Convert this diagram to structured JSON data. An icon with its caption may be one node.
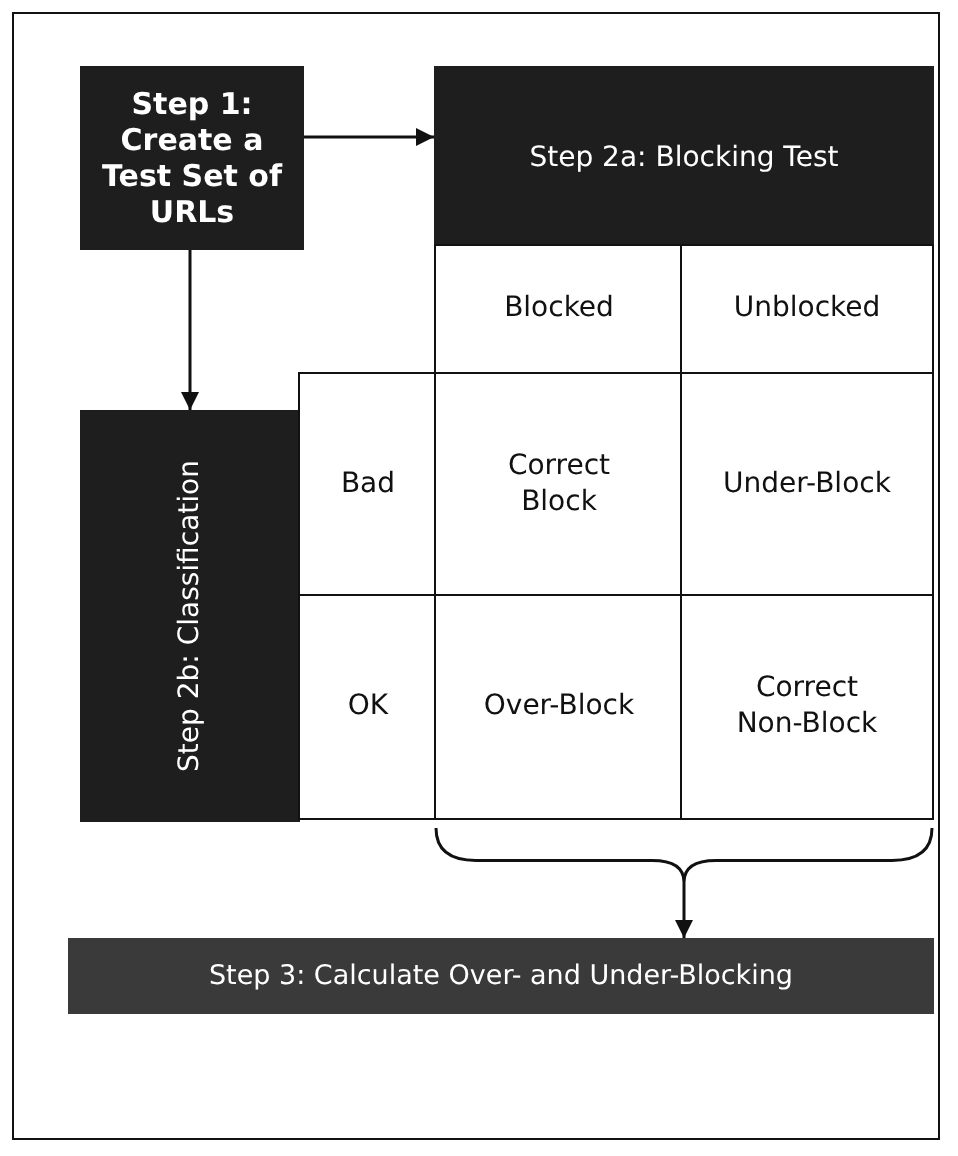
{
  "diagram": {
    "nodes": [
      {
        "text": [
          "Step 1: Create a Test Set of URLs"
        ]
      },
      {
        "text": [
          "Step 2a: Blocking Test"
        ]
      },
      {
        "text": [
          "Blocked"
        ]
      },
      {
        "text": [
          "Unblocked"
        ]
      },
      {
        "text": [
          "Step 2b: Classification"
        ]
      },
      {
        "text": [
          "Bad"
        ]
      },
      {
        "text": [
          "Correct Block"
        ]
      },
      {
        "text": [
          "Under-Block"
        ]
      },
      {
        "text": [
          "OK"
        ]
      },
      {
        "text": [
          "Over-Block"
        ]
      },
      {
        "text": [
          "Correct Non-Block"
        ]
      },
      {
        "text": [],
        "shape": "brace"
      },
      {
        "text": [
          "Step 3: Calculate Over- and Under-Blocking"
        ]
      }
    ],
    "edges": [
      {
        "from": 0,
        "to": 1,
        "arrow": "to"
      },
      {
        "from": 0,
        "to": 4,
        "arrow": "to"
      },
      {
        "from": 11,
        "to": 12,
        "arrow": "to"
      }
    ]
  }
}
